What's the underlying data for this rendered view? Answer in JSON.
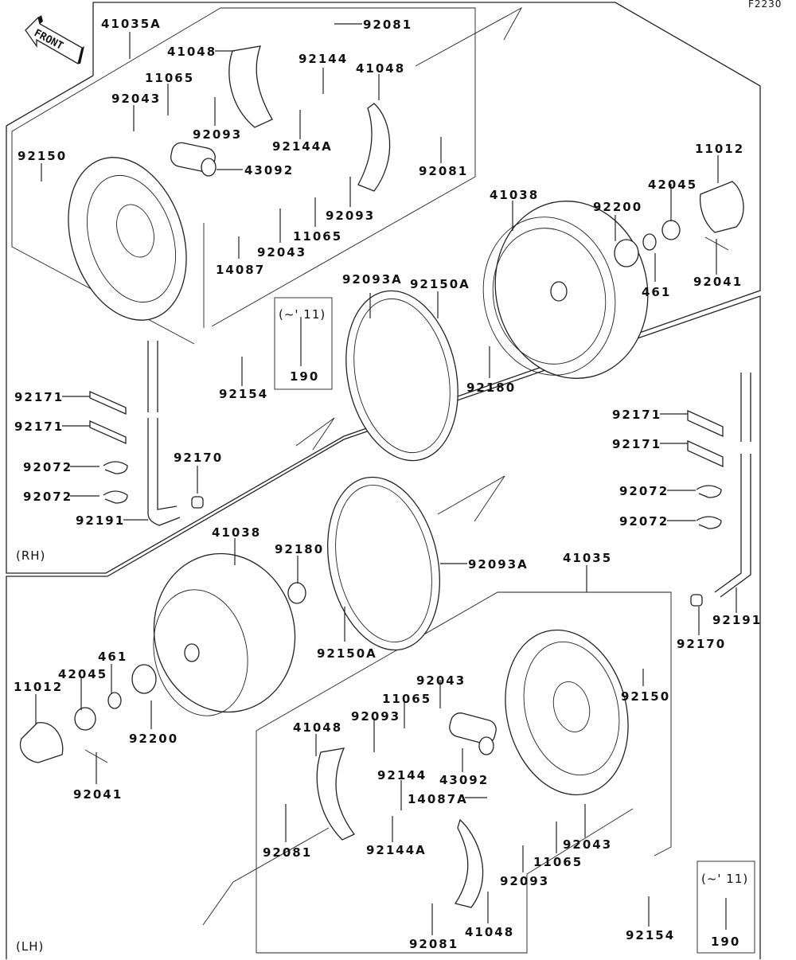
{
  "diagram": {
    "figure_code": "F2230",
    "front_label": "FRONT",
    "sections": {
      "rh": "(RH)",
      "lh": "(LH)"
    },
    "inset_note": "(~' 11)",
    "callouts": [
      {
        "id": "rh-41035A",
        "text": "41035A"
      },
      {
        "id": "rh-92081-a",
        "text": "92081"
      },
      {
        "id": "rh-41048-a",
        "text": "41048"
      },
      {
        "id": "rh-92144",
        "text": "92144"
      },
      {
        "id": "rh-41048-b",
        "text": "41048"
      },
      {
        "id": "rh-11065-a",
        "text": "11065"
      },
      {
        "id": "rh-92043-a",
        "text": "92043"
      },
      {
        "id": "rh-92093-a",
        "text": "92093"
      },
      {
        "id": "rh-92144A",
        "text": "92144A"
      },
      {
        "id": "rh-92081-b",
        "text": "92081"
      },
      {
        "id": "rh-92150",
        "text": "92150"
      },
      {
        "id": "rh-43092",
        "text": "43092"
      },
      {
        "id": "rh-92093-b",
        "text": "92093"
      },
      {
        "id": "rh-11065-b",
        "text": "11065"
      },
      {
        "id": "rh-92043-b",
        "text": "92043"
      },
      {
        "id": "rh-14087",
        "text": "14087"
      },
      {
        "id": "rh-11012",
        "text": "11012"
      },
      {
        "id": "rh-42045",
        "text": "42045"
      },
      {
        "id": "rh-41038",
        "text": "41038"
      },
      {
        "id": "rh-92200",
        "text": "92200"
      },
      {
        "id": "rh-461",
        "text": "461"
      },
      {
        "id": "rh-92041",
        "text": "92041"
      },
      {
        "id": "rh-92093A",
        "text": "92093A"
      },
      {
        "id": "rh-92150A",
        "text": "92150A"
      },
      {
        "id": "rh-190",
        "text": "190"
      },
      {
        "id": "rh-92154",
        "text": "92154"
      },
      {
        "id": "rh-92180",
        "text": "92180"
      },
      {
        "id": "rh-92171-a",
        "text": "92171"
      },
      {
        "id": "rh-92171-b",
        "text": "92171"
      },
      {
        "id": "rh-92072-a",
        "text": "92072"
      },
      {
        "id": "rh-92072-b",
        "text": "92072"
      },
      {
        "id": "rh-92170",
        "text": "92170"
      },
      {
        "id": "rh-92191",
        "text": "92191"
      },
      {
        "id": "r-92171-a",
        "text": "92171"
      },
      {
        "id": "r-92171-b",
        "text": "92171"
      },
      {
        "id": "r-92072-a",
        "text": "92072"
      },
      {
        "id": "r-92072-b",
        "text": "92072"
      },
      {
        "id": "lh-41038",
        "text": "41038"
      },
      {
        "id": "lh-92180",
        "text": "92180"
      },
      {
        "id": "lh-92093A",
        "text": "92093A"
      },
      {
        "id": "lh-41035",
        "text": "41035"
      },
      {
        "id": "lh-92191",
        "text": "92191"
      },
      {
        "id": "lh-92170",
        "text": "92170"
      },
      {
        "id": "lh-92150A",
        "text": "92150A"
      },
      {
        "id": "lh-461",
        "text": "461"
      },
      {
        "id": "lh-42045",
        "text": "42045"
      },
      {
        "id": "lh-11012",
        "text": "11012"
      },
      {
        "id": "lh-92200",
        "text": "92200"
      },
      {
        "id": "lh-92041",
        "text": "92041"
      },
      {
        "id": "lh-92043-a",
        "text": "92043"
      },
      {
        "id": "lh-11065-a",
        "text": "11065"
      },
      {
        "id": "lh-92093-a",
        "text": "92093"
      },
      {
        "id": "lh-41048-a",
        "text": "41048"
      },
      {
        "id": "lh-92150",
        "text": "92150"
      },
      {
        "id": "lh-92144",
        "text": "92144"
      },
      {
        "id": "lh-43092",
        "text": "43092"
      },
      {
        "id": "lh-14087A",
        "text": "14087A"
      },
      {
        "id": "lh-92081-a",
        "text": "92081"
      },
      {
        "id": "lh-92144A",
        "text": "92144A"
      },
      {
        "id": "lh-92043-b",
        "text": "92043"
      },
      {
        "id": "lh-11065-b",
        "text": "11065"
      },
      {
        "id": "lh-92093-b",
        "text": "92093"
      },
      {
        "id": "lh-92081-b",
        "text": "92081"
      },
      {
        "id": "lh-41048-b",
        "text": "41048"
      },
      {
        "id": "lh-92154",
        "text": "92154"
      },
      {
        "id": "lh-190",
        "text": "190"
      }
    ]
  }
}
